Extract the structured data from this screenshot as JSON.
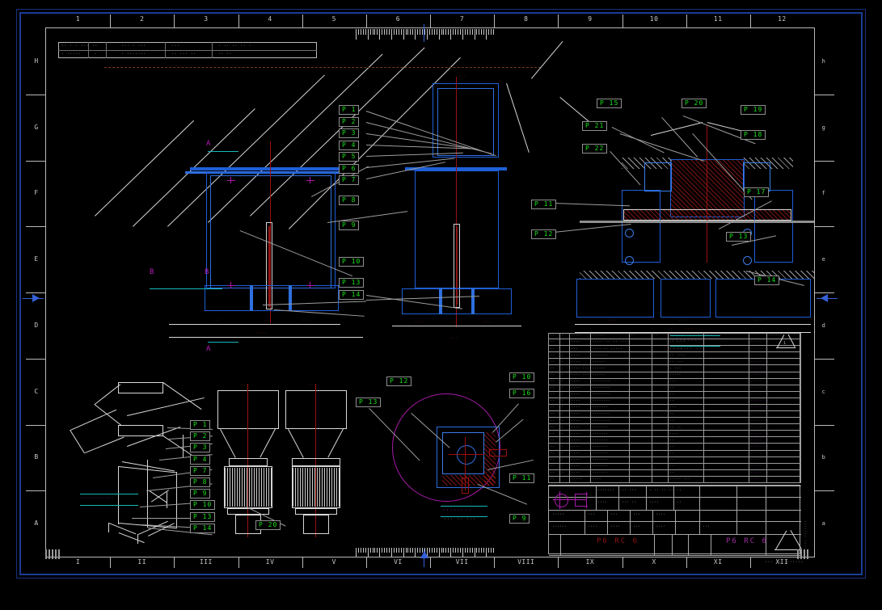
{
  "app": {
    "background": "#000000",
    "accent_green": "#19e019",
    "accent_blue": "#1f5fd8",
    "accent_red": "#9c1010",
    "accent_magenta": "#a81aa8",
    "accent_cyan": "#17b9b9",
    "frame_color": "#1b3c96"
  },
  "border": {
    "top_zones": [
      "1",
      "2",
      "3",
      "4",
      "5",
      "6",
      "7",
      "8",
      "9",
      "10",
      "11",
      "12"
    ],
    "bottom_zones": [
      "I",
      "II",
      "III",
      "IV",
      "V",
      "VI",
      "VII",
      "VIII",
      "IX",
      "X",
      "XI",
      "XII"
    ],
    "left_zones": [
      "H",
      "G",
      "F",
      "E",
      "D",
      "C",
      "B",
      "A"
    ],
    "right_zones": [
      "h",
      "g",
      "f",
      "e",
      "d",
      "c",
      "b",
      "a"
    ]
  },
  "revision_table": {
    "rows": [
      [
        "·· · · ···",
        "··",
        "··· · ···",
        "···",
        "· ·· ·· ·· ·"
      ],
      [
        "· ·····",
        "·",
        "· ·······",
        "·· ··· ··",
        "·· ··"
      ]
    ]
  },
  "part_tags": {
    "detail_left_stack": [
      "P 1",
      "P 2",
      "P 3",
      "P 4",
      "P 5",
      "P 6",
      "P 7"
    ],
    "detail_left_lower": [
      "P 8",
      "P 9",
      "P 10",
      "P 13",
      "P 14"
    ],
    "detail_right_upper": [
      "P 15",
      "P 20",
      "P 19",
      "P 21",
      "P 18",
      "P 22"
    ],
    "detail_right_lower": [
      "P 11",
      "P 17",
      "P 12",
      "P 13",
      "P 14"
    ],
    "iso_stack": [
      "P 1",
      "P 2",
      "P 3",
      "P 4",
      "P 7",
      "P 8",
      "P 9",
      "P 10",
      "P 13",
      "P 14"
    ],
    "motor_tag": "P 20",
    "section_detail": [
      "P 12",
      "P 13",
      "P 10",
      "P 16",
      "P 11",
      "P 9"
    ]
  },
  "section_marks": {
    "a_top": "A",
    "a_bottom": "A",
    "b_left": "B",
    "b_right": "B"
  },
  "section_titles": {
    "right_detail": "········",
    "right_detail_sub": "··· ·· ···",
    "bottom_detail": "········",
    "bottom_detail_sub": "··· ·· ···",
    "iso_note": "············"
  },
  "dimensions": {
    "top_center": "···",
    "left_base_a": "···",
    "left_base_b": "··",
    "left_base_c": "···",
    "left_overall": "····",
    "mid_base_a": "···",
    "mid_base_b": "··",
    "mid_base_c": "···",
    "mid_overall": "···",
    "right_base_a": "···",
    "right_base_b": "···",
    "right_base_c": "···",
    "right_overall": "···",
    "motor_top": "···",
    "motor_top2": "···"
  },
  "parts_table": {
    "header": [
      "··",
      "·",
      "····",
      "······",
      "··",
      "··",
      "······",
      "···",
      "",
      "······"
    ],
    "row_count": 22,
    "rows": [
      {
        "no": "··",
        "qty": "",
        "code": "····",
        "desc": "····· ·· ·· ····",
        "mat": "·· ····",
        "note": "····· ··"
      },
      {
        "no": "··",
        "qty": "",
        "code": "···",
        "desc": "···· ·· ·····",
        "mat": "·· ····",
        "note": "····· ··"
      },
      {
        "no": "··",
        "qty": "·",
        "code": "····",
        "desc": "·······",
        "mat": "·· ····",
        "note": "····· ··"
      },
      {
        "no": "··",
        "qty": "·",
        "code": "····",
        "desc": "······",
        "mat": "·· ···",
        "note": "····· ··"
      },
      {
        "no": "··",
        "qty": "·",
        "code": "···· ···",
        "desc": "······",
        "mat": "· ···",
        "note": "····· ··"
      },
      {
        "no": "··",
        "qty": "·",
        "code": "···· ···",
        "desc": "······",
        "mat": "·····",
        "note": "····· ··"
      },
      {
        "no": "··",
        "qty": "·",
        "code": "····",
        "desc": "········",
        "mat": "···",
        "note": "····· ··"
      },
      {
        "no": "··",
        "qty": "·",
        "code": "····",
        "desc": "········",
        "mat": "··",
        "note": "····· ··"
      },
      {
        "no": "··",
        "qty": "·",
        "code": "····",
        "desc": "········",
        "mat": "··",
        "note": "····· ··"
      },
      {
        "no": "··",
        "qty": "·",
        "code": "····",
        "desc": "········",
        "mat": "··",
        "note": "····· ··"
      },
      {
        "no": "··",
        "qty": "·",
        "code": "····",
        "desc": "·······",
        "mat": "···",
        "note": "····· ··"
      },
      {
        "no": "··",
        "qty": "·",
        "code": "····",
        "desc": "········",
        "mat": "··",
        "note": "····· ··"
      },
      {
        "no": "··",
        "qty": "·",
        "code": "····",
        "desc": "········",
        "mat": "··",
        "note": "····· ··"
      },
      {
        "no": "··",
        "qty": "·",
        "code": "····",
        "desc": "·······",
        "mat": "·· ··",
        "note": "····· ··"
      },
      {
        "no": "··",
        "qty": "·",
        "code": "····",
        "desc": "·······",
        "mat": "····",
        "note": "····· ··"
      },
      {
        "no": "··",
        "qty": "·",
        "code": "····",
        "desc": "·······",
        "mat": "··",
        "note": "····· ··"
      },
      {
        "no": "··",
        "qty": "·",
        "code": "····",
        "desc": "·······",
        "mat": "··",
        "note": "····· ··"
      },
      {
        "no": "··",
        "qty": "·",
        "code": "····",
        "desc": "·······",
        "mat": "··",
        "note": "····· ··"
      },
      {
        "no": "··",
        "qty": "·",
        "code": "····",
        "desc": "·······",
        "mat": "··",
        "note": "····· ··"
      },
      {
        "no": "··",
        "qty": "·",
        "code": "····",
        "desc": "·······",
        "mat": "··",
        "note": "····· ··"
      },
      {
        "no": "··",
        "qty": "·",
        "code": "····",
        "desc": "·······",
        "mat": "··",
        "note": "····· ··"
      },
      {
        "no": "··",
        "qty": "",
        "code": "·····",
        "desc": "····",
        "mat": "····· ···",
        "note": "····"
      }
    ]
  },
  "title_block": {
    "projection_symbol": "first-angle",
    "drawing_code_left": "P6 RC 6",
    "drawing_code_right": "P6 RC 6",
    "rev_triangle": "1",
    "scale_label": "······",
    "sheet_label": "····",
    "fields": [
      "·······",
      "·· ···",
      "· ·· ·· ··",
      "··",
      "····",
      "··· ··",
      "····",
      "··",
      "·····",
      "···",
      "···",
      "···",
      "····",
      "······",
      "····",
      "····",
      "···",
      "····",
      "···"
    ],
    "side_vertical_text": "···· ·······",
    "bottom_note": "··· ·· ·······"
  },
  "chart_data": {
    "type": "table",
    "title": "Mechanical assembly general arrangement drawing",
    "views": [
      {
        "name": "plan-elevation-left",
        "tags": [
          "P 1",
          "P 2",
          "P 3",
          "P 4",
          "P 5",
          "P 6",
          "P 7",
          "P 8",
          "P 9",
          "P 10",
          "P 13",
          "P 14"
        ]
      },
      {
        "name": "section-right-detail",
        "tags": [
          "P 11",
          "P 12",
          "P 13",
          "P 14",
          "P 15",
          "P 17",
          "P 18",
          "P 19",
          "P 20",
          "P 21",
          "P 22"
        ]
      },
      {
        "name": "isometric-view",
        "tags": [
          "P 1",
          "P 2",
          "P 3",
          "P 4",
          "P 7",
          "P 8",
          "P 9",
          "P 10",
          "P 13",
          "P 14"
        ]
      },
      {
        "name": "motor-elevation",
        "tags": [
          "P 20"
        ]
      },
      {
        "name": "bottom-section-detail",
        "tags": [
          "P 9",
          "P 10",
          "P 11",
          "P 12",
          "P 13",
          "P 16"
        ]
      }
    ]
  }
}
